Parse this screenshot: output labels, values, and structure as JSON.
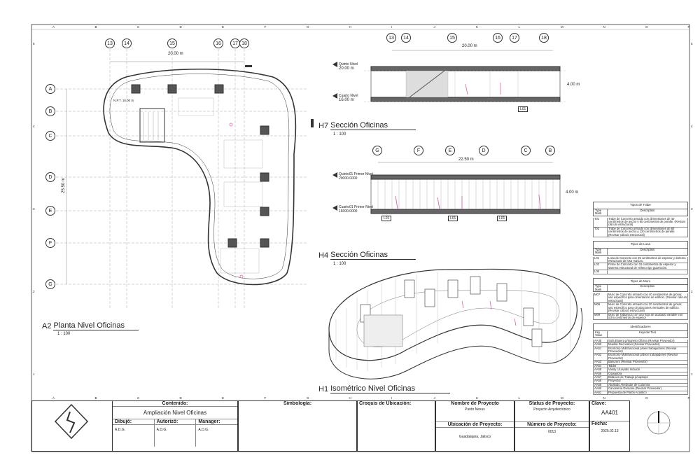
{
  "sheet": {
    "cols": [
      "A",
      "B",
      "C",
      "D",
      "E",
      "F",
      "G",
      "H",
      "I",
      "J",
      "K",
      "L",
      "M",
      "N",
      "O",
      "P"
    ],
    "rows": [
      "5",
      "4",
      "3",
      "2",
      "1"
    ]
  },
  "plan": {
    "grid_cols": [
      "13",
      "14",
      "15",
      "16",
      "17",
      "18"
    ],
    "grid_rows": [
      "A",
      "B",
      "C",
      "D",
      "E",
      "F",
      "G"
    ],
    "overall_width": "20.00 m",
    "overall_height": "25.50 m",
    "level_tag": "N.P.T. 16.00 m",
    "label_num": "A2",
    "title": "Planta Nivel Oficinas",
    "scale": "1 : 100"
  },
  "section_h7": {
    "grid_cols": [
      "13",
      "14",
      "15",
      "16",
      "17",
      "18"
    ],
    "overall_width": "20.00 m",
    "height_dim": "4.00 m",
    "levels": [
      {
        "name": "Quinto Nivel",
        "elev": "20.00 m"
      },
      {
        "name": "Cuarto Nivel",
        "elev": "16.00 m"
      }
    ],
    "tag": "L01",
    "label_num": "H7",
    "title": "Sección Oficinas",
    "scale": "1 : 100"
  },
  "section_h4": {
    "grid_cols": [
      "G",
      "F",
      "E",
      "D",
      "C",
      "B"
    ],
    "overall_width": "22.50 m",
    "height_dim": "4.00 m",
    "levels": [
      {
        "name": "Quinto01 Primer Nivel",
        "elev": "20000.0000"
      },
      {
        "name": "Cuarto01 Primer Nivel",
        "elev": "16000.0000"
      }
    ],
    "tags": [
      "L01",
      "L01",
      "L01"
    ],
    "label_num": "H4",
    "title": "Sección Oficinas",
    "scale": "1 : 100"
  },
  "iso": {
    "label_num": "H1",
    "title": "Isométrico Nivel Oficinas"
  },
  "tables": [
    {
      "title": "Tipos de Trabe",
      "col1": "Type Mark",
      "col2": "Description",
      "rows": [
        {
          "k": "T01",
          "d": "Trabe de Concreto armado con dimensiones de 40 centímetros de ancho y 80 centímetros de peralte. (Revisar cálculo estructural)"
        },
        {
          "k": "T02",
          "d": "Trabe de Concreto armado con dimensiones de 60 centímetros de ancho y 120 centímetros de peralte. (Revisar cálculo estructural)"
        }
      ]
    },
    {
      "title": "Tipos de Losa",
      "col1": "Type Mark",
      "col2": "Description",
      "rows": [
        {
          "k": "L01",
          "d": "Losa de Concreto con 25 centímetros de espesor y sistema estructural de losa maciza."
        },
        {
          "k": "L02",
          "d": "Firme de Concreto con 15 centímetros de espesor y sistema estructural de relleno tipo guarnición."
        },
        {
          "k": "L05",
          "d": ""
        }
      ]
    },
    {
      "title": "Tipos de Muro",
      "col1": "Type Mark",
      "col2": "Description",
      "rows": [
        {
          "k": "M07",
          "d": "Muro de Concreto armado con 40 centímetros de grosor, uso específico para cimentación de edificio. (Revisar cálculo estructural)"
        },
        {
          "k": "M08",
          "d": "Muro de Concreto armado con 20 centímetros de grosor, uso específico para circulaciones verticales de edificio. (Revisar cálculo estructural)"
        },
        {
          "k": "M09",
          "d": "Muro de Tablaroca con una hoja de acabado variable con ocho centímetros de espesor"
        }
      ]
    },
    {
      "title": "Identificadores",
      "col1": "Key Value",
      "col2": "Keynote Text",
      "rows": [
        {
          "k": "AA48",
          "d": "Sofa Espera p/Ingreso Oficina (Revisar Proveedor)"
        },
        {
          "k": "AA50",
          "d": "Mueble Decorativo (Revisar Proveedor)"
        },
        {
          "k": "AA51",
          "d": "Escritorio Multifuncional p/seis trabajadores (Revisar Proveedor)"
        },
        {
          "k": "AA52",
          "d": "Escritorio Multifuncional p/doce trabajadores (Revisar Proveedor)"
        },
        {
          "k": "AA53",
          "d": "Basurero (Revisar Proveedor)"
        },
        {
          "k": "AA54",
          "d": "Tablet"
        },
        {
          "k": "AA55",
          "d": "Vanity c/Lavabo Incluido"
        },
        {
          "k": "AA56",
          "d": "Copiadora"
        },
        {
          "k": "AA57",
          "d": "Estacion de Trabajo p/Laptops"
        },
        {
          "k": "AA58",
          "d": "Proyector"
        },
        {
          "k": "AA59",
          "d": "Abultado Alrededor de Columna"
        },
        {
          "k": "AA60",
          "d": "Cancelería Divisoria (Revisar Proveedor)"
        },
        {
          "k": "AA61",
          "d": "Propuesta de Plafón Acústico"
        }
      ]
    }
  ],
  "titleblock": {
    "contenido_label": "Contenido:",
    "contenido": "Ampliación Nivel Oficinas",
    "dibujo_label": "Dibujó:",
    "dibujo": "A.D.G.",
    "autorizo_label": "Autorizó:",
    "autorizo": "A.D.G.",
    "manager_label": "Manager:",
    "manager": "A.D.G.",
    "simbologia_label": "Simbología:",
    "croquis_label": "Croquis de Ubicación:",
    "nombre_label": "Nombre de Proyecto",
    "nombre": "Punto Nexus",
    "status_label": "Status de Proyecto:",
    "status": "Proyecto Arquitectónico",
    "clave_label": "Clave:",
    "clave": "AA401",
    "ubicacion_label": "Ubicación de Proyecto:",
    "ubicacion": "Guadalajara, Jalisco",
    "numero_label": "Número de Proyecto:",
    "numero": "0013",
    "fecha_label": "Fecha:",
    "fecha": "2025.02.13"
  },
  "colors": {
    "line": "#333333",
    "accent": "#e060b0",
    "hatch": "#999999"
  }
}
